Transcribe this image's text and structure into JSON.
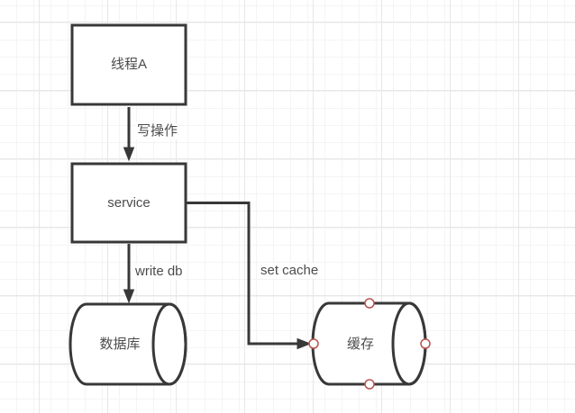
{
  "diagram": {
    "nodes": {
      "thread_a": {
        "label": "线程A",
        "shape": "rectangle"
      },
      "service": {
        "label": "service",
        "shape": "rectangle"
      },
      "database": {
        "label": "数据库",
        "shape": "cylinder-horizontal"
      },
      "cache": {
        "label": "缓存",
        "shape": "cylinder-horizontal"
      }
    },
    "edges": {
      "write_op": {
        "label": "写操作",
        "from": "thread_a",
        "to": "service"
      },
      "write_db": {
        "label": "write db",
        "from": "service",
        "to": "database"
      },
      "set_cache": {
        "label": "set cache",
        "from": "service",
        "to": "cache"
      }
    },
    "colors": {
      "shape_stroke": "#383838",
      "shape_fill": "#ffffff",
      "text": "#4c4c4c",
      "handle_stroke": "#b85450",
      "handle_fill": "#ffffff",
      "grid_minor": "#f4f4f4",
      "grid_major": "#e7e7e7",
      "background": "#ffffff"
    }
  }
}
